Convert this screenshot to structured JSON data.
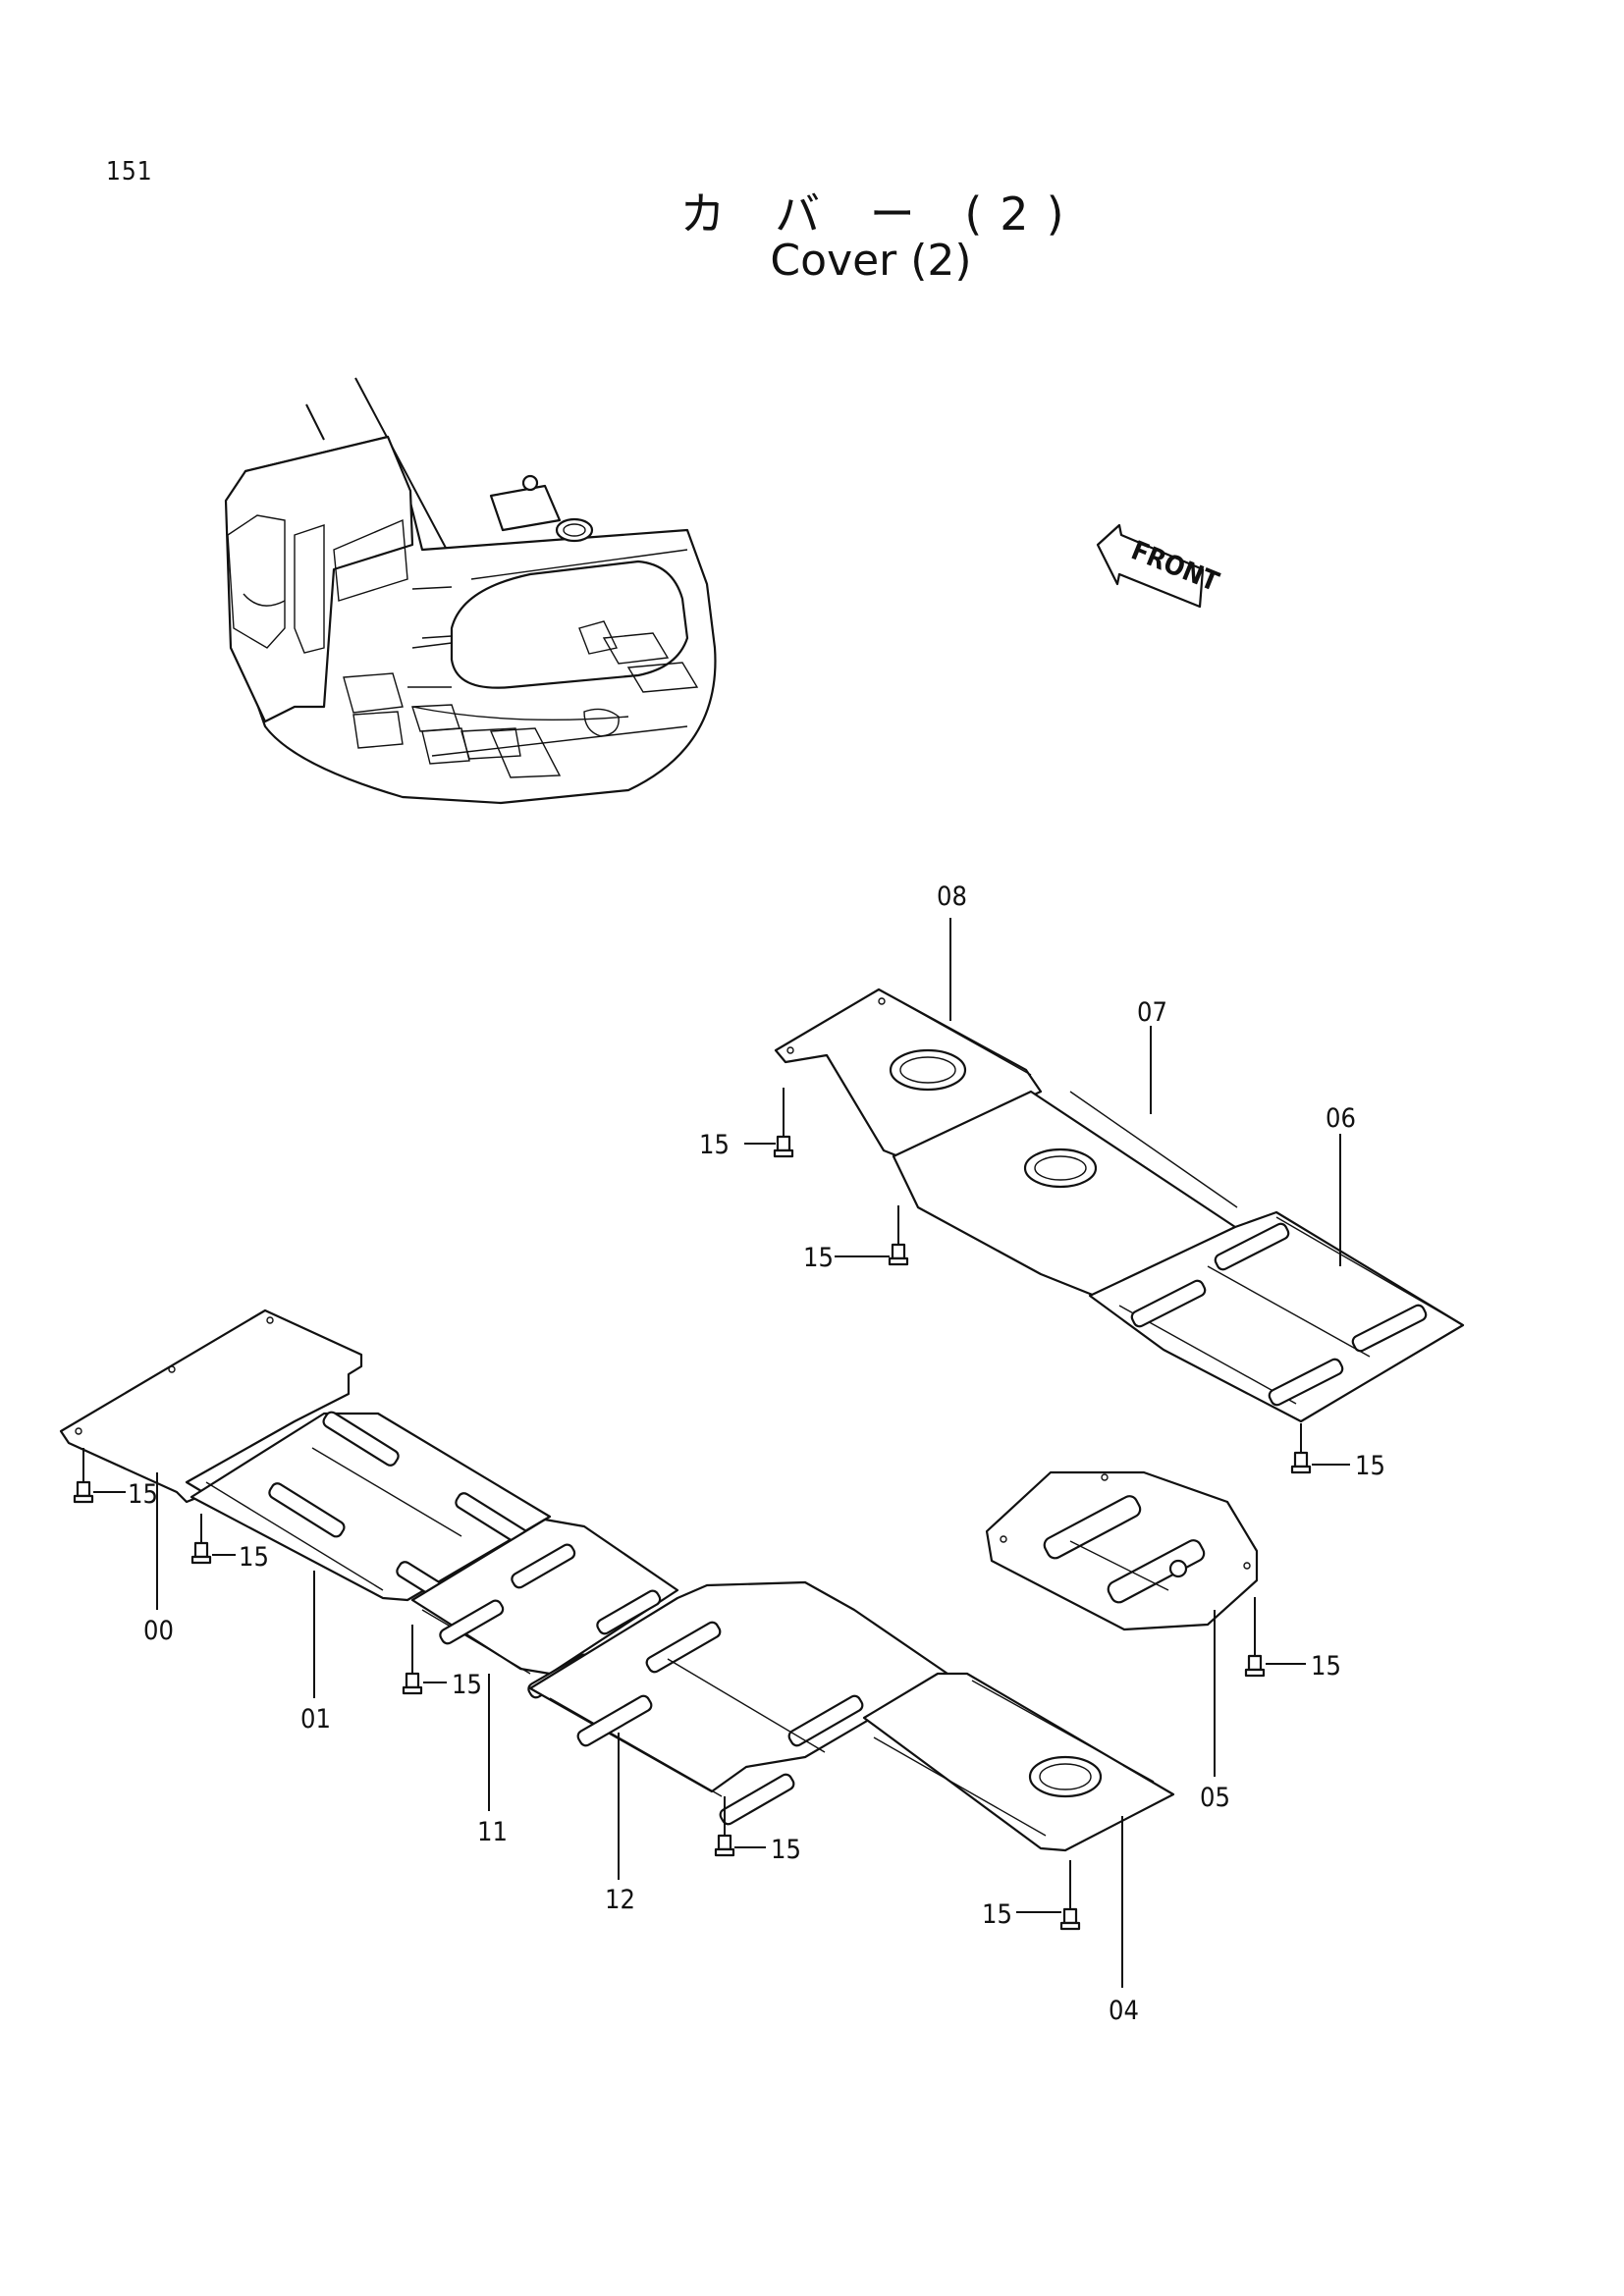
{
  "page": {
    "number": "151",
    "title_ja": "カ バ ー (2)",
    "title_en": "Cover (2)"
  },
  "overview": {
    "front_label": "FRONT"
  },
  "callouts": {
    "c00": "00",
    "c01": "01",
    "c04": "04",
    "c05": "05",
    "c06": "06",
    "c07": "07",
    "c08": "08",
    "c11": "11",
    "c12": "12",
    "c15": "15"
  }
}
